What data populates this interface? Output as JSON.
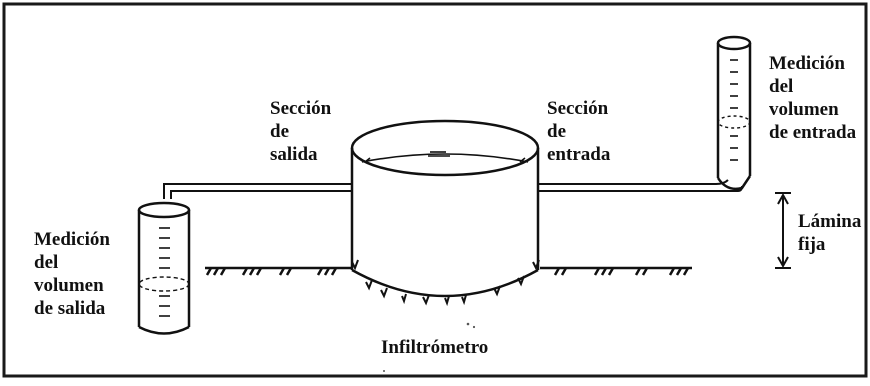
{
  "figure": {
    "colors": {
      "ink": "#111111",
      "paper": "#ffffff",
      "frame": "#1a1a1a"
    },
    "labels": {
      "outlet_section": [
        "Sección",
        "de",
        "salida"
      ],
      "inlet_section": [
        "Sección",
        "de",
        "entrada"
      ],
      "inflow_measurement": [
        "Medición",
        "del",
        "volumen",
        "de entrada"
      ],
      "outflow_measurement": [
        "Medición",
        "del",
        "volumen",
        "de salida"
      ],
      "fixed_head": [
        "Lámina",
        "fija"
      ],
      "instrument": "Infiltrómetro"
    }
  }
}
